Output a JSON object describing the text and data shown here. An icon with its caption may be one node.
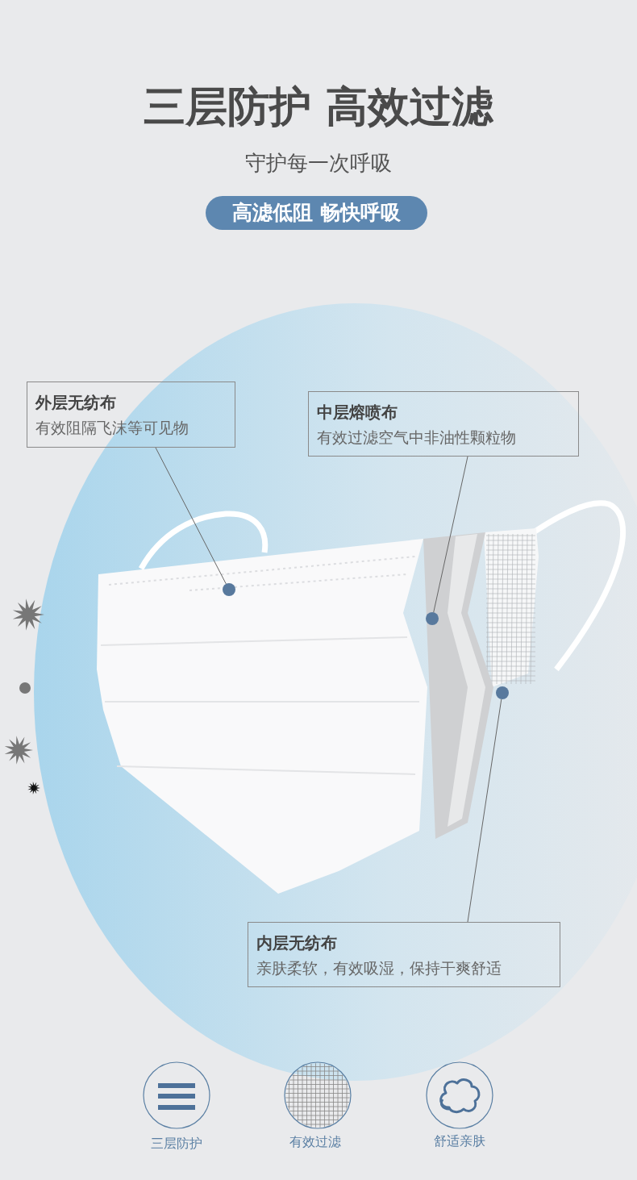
{
  "diagram": {
    "title": "三层防护 高效过滤",
    "nodes": [
      {
        "text": [
          "高滤低阻 畅快呼吸"
        ]
      },
      {
        "text": [
          "外层无纺布",
          "有效阻隔飞沫等可见物"
        ]
      },
      {
        "text": [
          "中层熔喷布",
          "有效过滤空气中非油性颗粒物"
        ]
      },
      {
        "text": [],
        "shape": "circle"
      },
      {
        "text": [],
        "shape": "circle"
      },
      {
        "text": [],
        "shape": "circle"
      },
      {
        "text": [
          "内层无纺布",
          "亲肤柔软，有效吸湿，保持干爽舒适"
        ]
      }
    ],
    "edges": [
      {
        "from": 1,
        "to": 3,
        "arrow": "none"
      },
      {
        "from": 2,
        "to": 4,
        "arrow": "none"
      },
      {
        "from": 6,
        "to": 5,
        "arrow": "none"
      }
    ],
    "labels": [
      "守护每一次呼吸",
      "三层防护",
      "有效过滤",
      "舒适亲肤"
    ]
  }
}
